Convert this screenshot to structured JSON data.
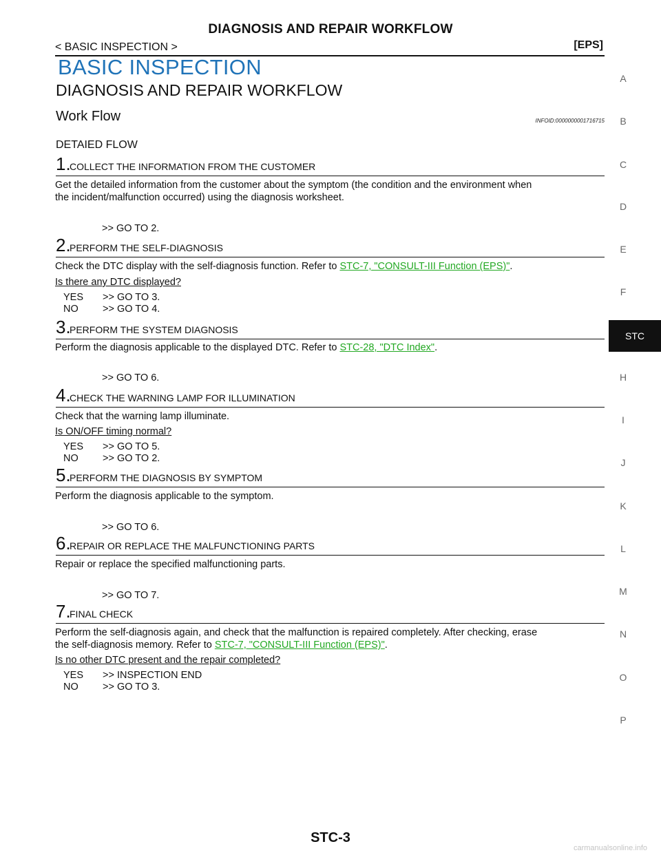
{
  "header": {
    "title": "DIAGNOSIS AND REPAIR WORKFLOW",
    "section": "< BASIC INSPECTION >",
    "tag": "[EPS]"
  },
  "main_title": "BASIC INSPECTION",
  "sub_title": "DIAGNOSIS AND REPAIR WORKFLOW",
  "work_flow": {
    "title": "Work Flow",
    "infoid": "INFOID:0000000001716715"
  },
  "flow_label": "DETAIED FLOW",
  "steps": [
    {
      "num": "1.",
      "title": "COLLECT THE INFORMATION FROM THE CUSTOMER",
      "body_line1": "Get the detailed information from the customer about the symptom (the condition and the environment when",
      "body_line2": "the incident/malfunction occurred) using the diagnosis worksheet.",
      "goto": ">> GO TO 2."
    },
    {
      "num": "2.",
      "title": "PERFORM THE SELF-DIAGNOSIS",
      "body_pre": "Check the DTC display with the self-diagnosis function. Refer to ",
      "link": "STC-7, \"CONSULT-III Function (EPS)\"",
      "body_post": ".",
      "question": "Is there any DTC displayed?",
      "yes_key": "YES",
      "yes": ">> GO TO 3.",
      "no_key": "NO",
      "no": ">> GO TO 4."
    },
    {
      "num": "3.",
      "title": "PERFORM THE SYSTEM DIAGNOSIS",
      "body_pre": "Perform the diagnosis applicable to the displayed DTC. Refer to ",
      "link": "STC-28, \"DTC Index\"",
      "body_post": ".",
      "goto": ">> GO TO 6."
    },
    {
      "num": "4.",
      "title": "CHECK THE WARNING LAMP FOR ILLUMINATION",
      "body": "Check that the warning lamp illuminate.",
      "question": "Is ON/OFF timing normal?",
      "yes_key": "YES",
      "yes": ">> GO TO 5.",
      "no_key": "NO",
      "no": ">> GO TO 2."
    },
    {
      "num": "5.",
      "title": "PERFORM THE DIAGNOSIS BY SYMPTOM",
      "body": "Perform the diagnosis applicable to the symptom.",
      "goto": ">> GO TO 6."
    },
    {
      "num": "6.",
      "title": "REPAIR OR REPLACE THE MALFUNCTIONING PARTS",
      "body": "Repair or replace the specified malfunctioning parts.",
      "goto": ">> GO TO 7."
    },
    {
      "num": "7.",
      "title": "FINAL CHECK",
      "body_line1": "Perform the self-diagnosis again, and check that the malfunction is repaired completely. After checking, erase",
      "body_pre": "the self-diagnosis memory. Refer to ",
      "link": "STC-7, \"CONSULT-III Function (EPS)\"",
      "body_post": ".",
      "question": "Is no other DTC present and the repair completed?",
      "yes_key": "YES",
      "yes": ">> INSPECTION END",
      "no_key": "NO",
      "no": ">> GO TO 3."
    }
  ],
  "side_index": {
    "letters": [
      "A",
      "B",
      "C",
      "D",
      "E",
      "F",
      "H",
      "I",
      "J",
      "K",
      "L",
      "M",
      "N",
      "O",
      "P"
    ],
    "active": "STC"
  },
  "page_number": "STC-3",
  "watermark": "carmanualsonline.info"
}
